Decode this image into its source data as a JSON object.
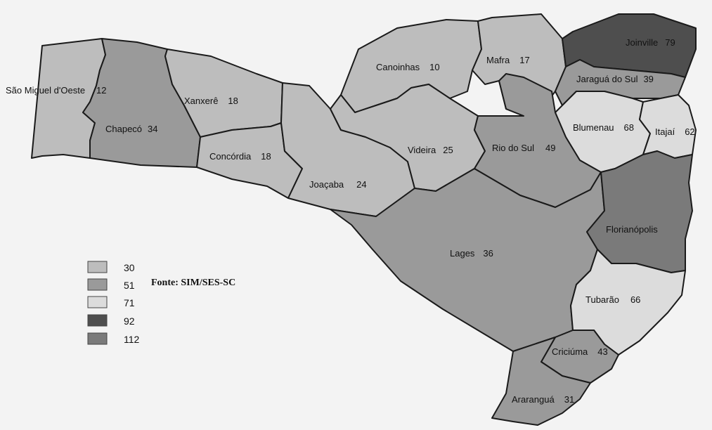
{
  "colors": {
    "c30": "#bdbdbd",
    "c51": "#9a9a9a",
    "c71": "#dcdcdc",
    "c92": "#4e4e4e",
    "c112": "#7a7a7a",
    "background": "#f3f3f3"
  },
  "regions": [
    {
      "id": "sao-miguel-doeste",
      "name": "São Miguel d'Oeste",
      "value": "12",
      "class": "c30"
    },
    {
      "id": "chapeco",
      "name": "Chapecó",
      "value": "34",
      "class": "c51"
    },
    {
      "id": "xanxere",
      "name": "Xanxerê",
      "value": "18",
      "class": "c30"
    },
    {
      "id": "concordia",
      "name": "Concórdia",
      "value": "18",
      "class": "c30"
    },
    {
      "id": "joacaba",
      "name": "Joaçaba",
      "value": "24",
      "class": "c30"
    },
    {
      "id": "canoinhas",
      "name": "Canoinhas",
      "value": "10",
      "class": "c30"
    },
    {
      "id": "mafra",
      "name": "Mafra",
      "value": "17",
      "class": "c30"
    },
    {
      "id": "videira",
      "name": "Videira",
      "value": "25",
      "class": "c30"
    },
    {
      "id": "rio-do-sul",
      "name": "Rio do Sul",
      "value": "49",
      "class": "c51"
    },
    {
      "id": "joinville",
      "name": "Joinville",
      "value": "79",
      "class": "c92"
    },
    {
      "id": "jaragua-do-sul",
      "name": "Jaraguá do Sul",
      "value": "39",
      "class": "c51"
    },
    {
      "id": "blumenau",
      "name": "Blumenau",
      "value": "68",
      "class": "c71"
    },
    {
      "id": "itajai",
      "name": "Itajaí",
      "value": "62",
      "class": "c71"
    },
    {
      "id": "lages",
      "name": "Lages",
      "value": "36",
      "class": "c51"
    },
    {
      "id": "florianopolis",
      "name": "Florianópolis",
      "value": "",
      "class": "c112"
    },
    {
      "id": "tubarao",
      "name": "Tubarão",
      "value": "66",
      "class": "c71"
    },
    {
      "id": "criciuma",
      "name": "Criciúma",
      "value": "43",
      "class": "c51"
    },
    {
      "id": "ararangua",
      "name": "Araranguá",
      "value": "31",
      "class": "c51"
    }
  ],
  "legend": [
    {
      "label": "30",
      "class": "c30"
    },
    {
      "label": "51",
      "class": "c51"
    },
    {
      "label": "71",
      "class": "c71"
    },
    {
      "label": "92",
      "class": "c92"
    },
    {
      "label": "112",
      "class": "c112"
    }
  ],
  "source": "Fonte: SIM/SES-SC"
}
